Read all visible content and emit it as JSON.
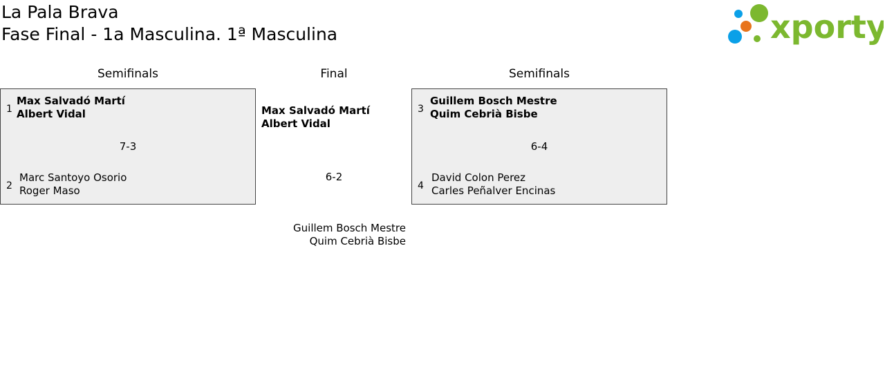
{
  "header": {
    "club": "La Pala Brava",
    "phase": "Fase Final - 1a Masculina. 1ª Masculina"
  },
  "logo": {
    "text": "xporty",
    "icon": "xporty-dots-icon",
    "colors": {
      "green": "#7cb82f",
      "blue": "#0aa0e8",
      "orange": "#e8741c"
    }
  },
  "columns": {
    "left": "Semifinals",
    "center": "Final",
    "right": "Semifinals"
  },
  "semifinal_left": {
    "top": {
      "seed": "1",
      "player1": "Max Salvadó Martí",
      "player2": "Albert Vidal"
    },
    "bottom": {
      "seed": "2",
      "player1": "Marc Santoyo Osorio",
      "player2": "Roger Maso"
    },
    "score": "7-3"
  },
  "final": {
    "top": {
      "player1": "Max Salvadó Martí",
      "player2": "Albert Vidal"
    },
    "score": "6-2",
    "bottom": {
      "player1": "Guillem Bosch Mestre",
      "player2": "Quim Cebrià Bisbe"
    }
  },
  "semifinal_right": {
    "top": {
      "seed": "3",
      "player1": "Guillem Bosch Mestre",
      "player2": "Quim Cebrià Bisbe"
    },
    "bottom": {
      "seed": "4",
      "player1": "David Colon Perez",
      "player2": "Carles Peñalver Encinas"
    },
    "score": "6-4"
  }
}
